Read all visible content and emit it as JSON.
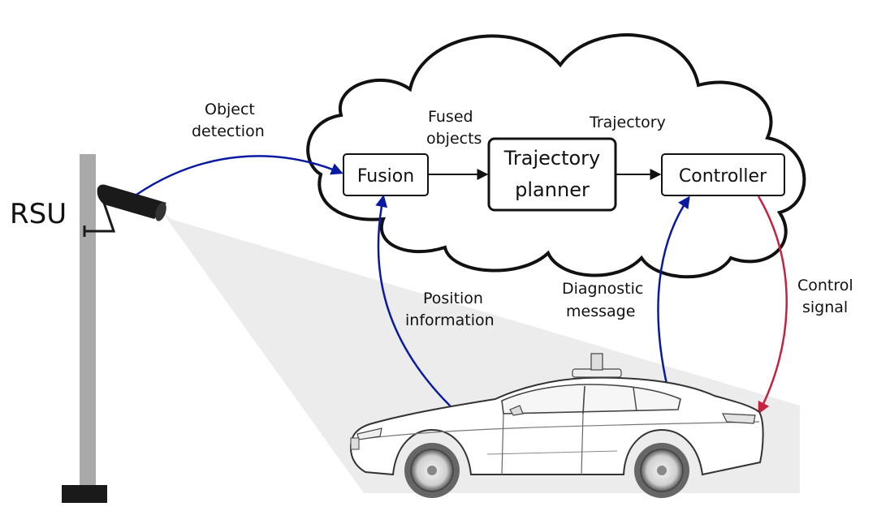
{
  "diagram": {
    "rsu_label": "RSU",
    "object_detection": [
      "Object",
      "detection"
    ],
    "fused_objects": [
      "Fused",
      "objects"
    ],
    "trajectory_edge": "Trajectory",
    "fusion_box": "Fusion",
    "planner_box": [
      "Trajectory",
      "planner"
    ],
    "controller_box": "Controller",
    "position_information": [
      "Position",
      "information"
    ],
    "diagnostic_message": [
      "Diagnostic",
      "message"
    ],
    "control_signal": [
      "Control",
      "signal"
    ]
  },
  "colors": {
    "blue_arrow": "#0a1aa0",
    "red_arrow": "#c4223f",
    "pole": "#a9a9a9",
    "beam": "#ececec",
    "ink": "#111111"
  }
}
